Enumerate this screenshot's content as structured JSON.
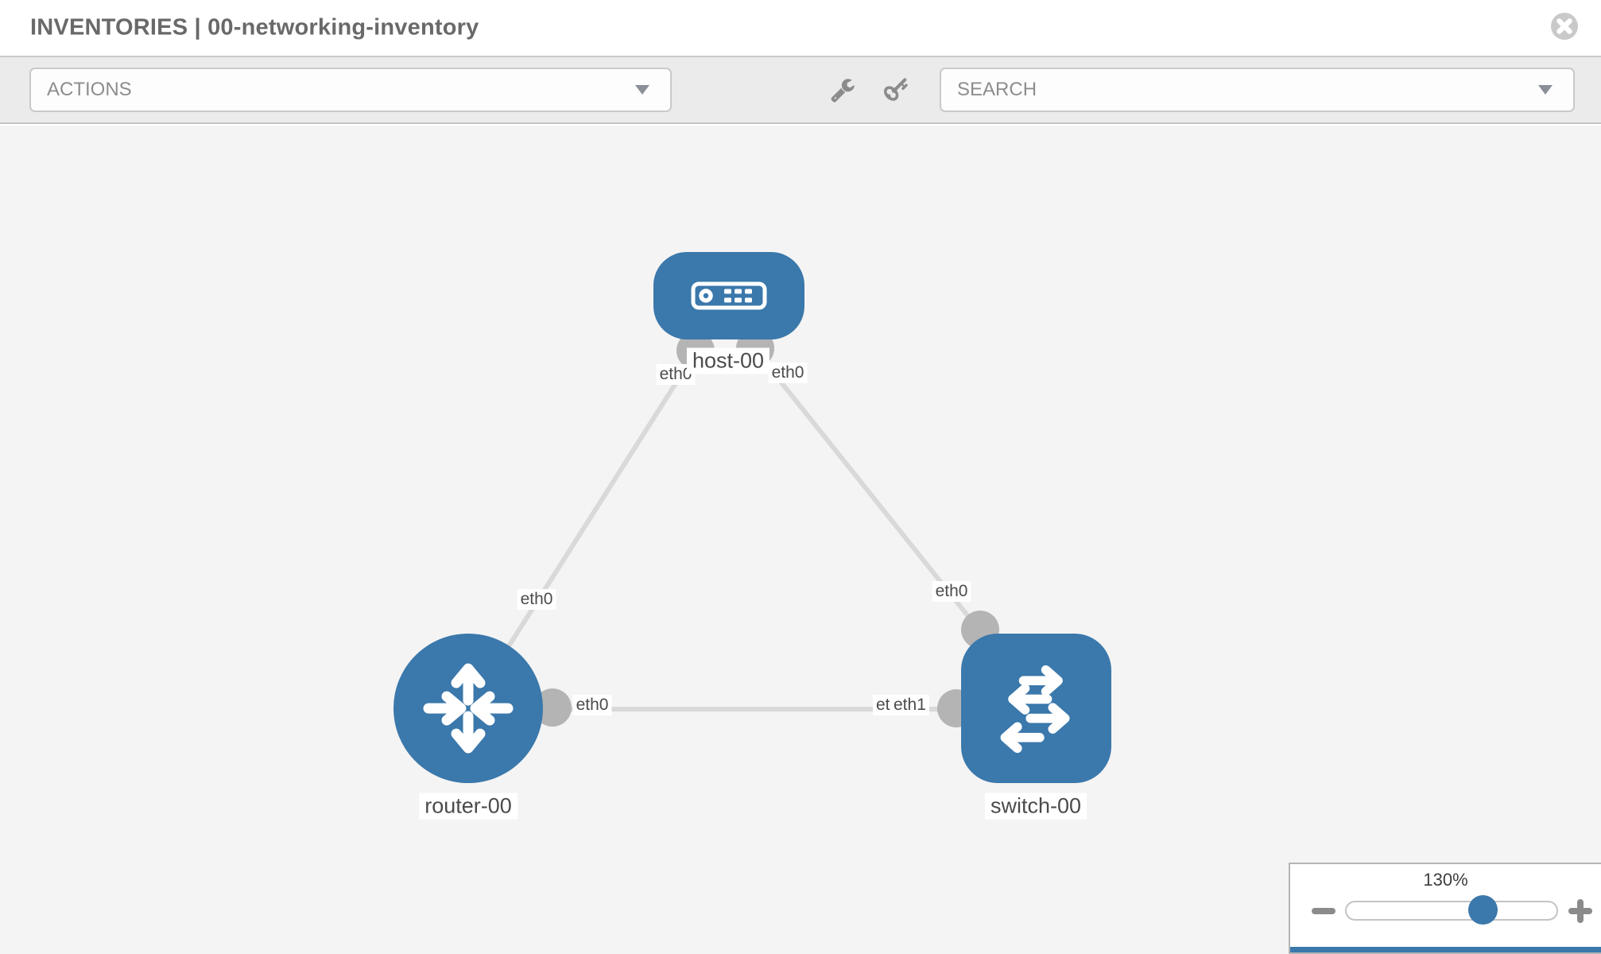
{
  "header": {
    "title": "INVENTORIES | 00-networking-inventory"
  },
  "toolbar": {
    "actions_label": "ACTIONS",
    "search_label": "SEARCH"
  },
  "topology": {
    "nodes": [
      {
        "label": "host-00",
        "type": "host"
      },
      {
        "label": "router-00",
        "type": "router"
      },
      {
        "label": "switch-00",
        "type": "switch"
      }
    ],
    "links": [
      {
        "source": "host-00",
        "source_interface": "eth0",
        "target": "router-00",
        "target_interface": "eth0"
      },
      {
        "source": "host-00",
        "source_interface": "eth0",
        "target": "switch-00",
        "target_interface": "eth0"
      },
      {
        "source": "router-00",
        "source_interface": "eth0",
        "target": "switch-00",
        "target_interface": "eth1",
        "occluded_label": "eth0"
      }
    ]
  },
  "zoom_panel": {
    "level": "130%"
  },
  "colors": {
    "node_blue": "#3b78ab",
    "link_gray": "#d9d9d9",
    "port_gray": "#b4b4b4",
    "toolbar_bg": "#ebebeb",
    "canvas_bg": "#f4f4f4"
  }
}
